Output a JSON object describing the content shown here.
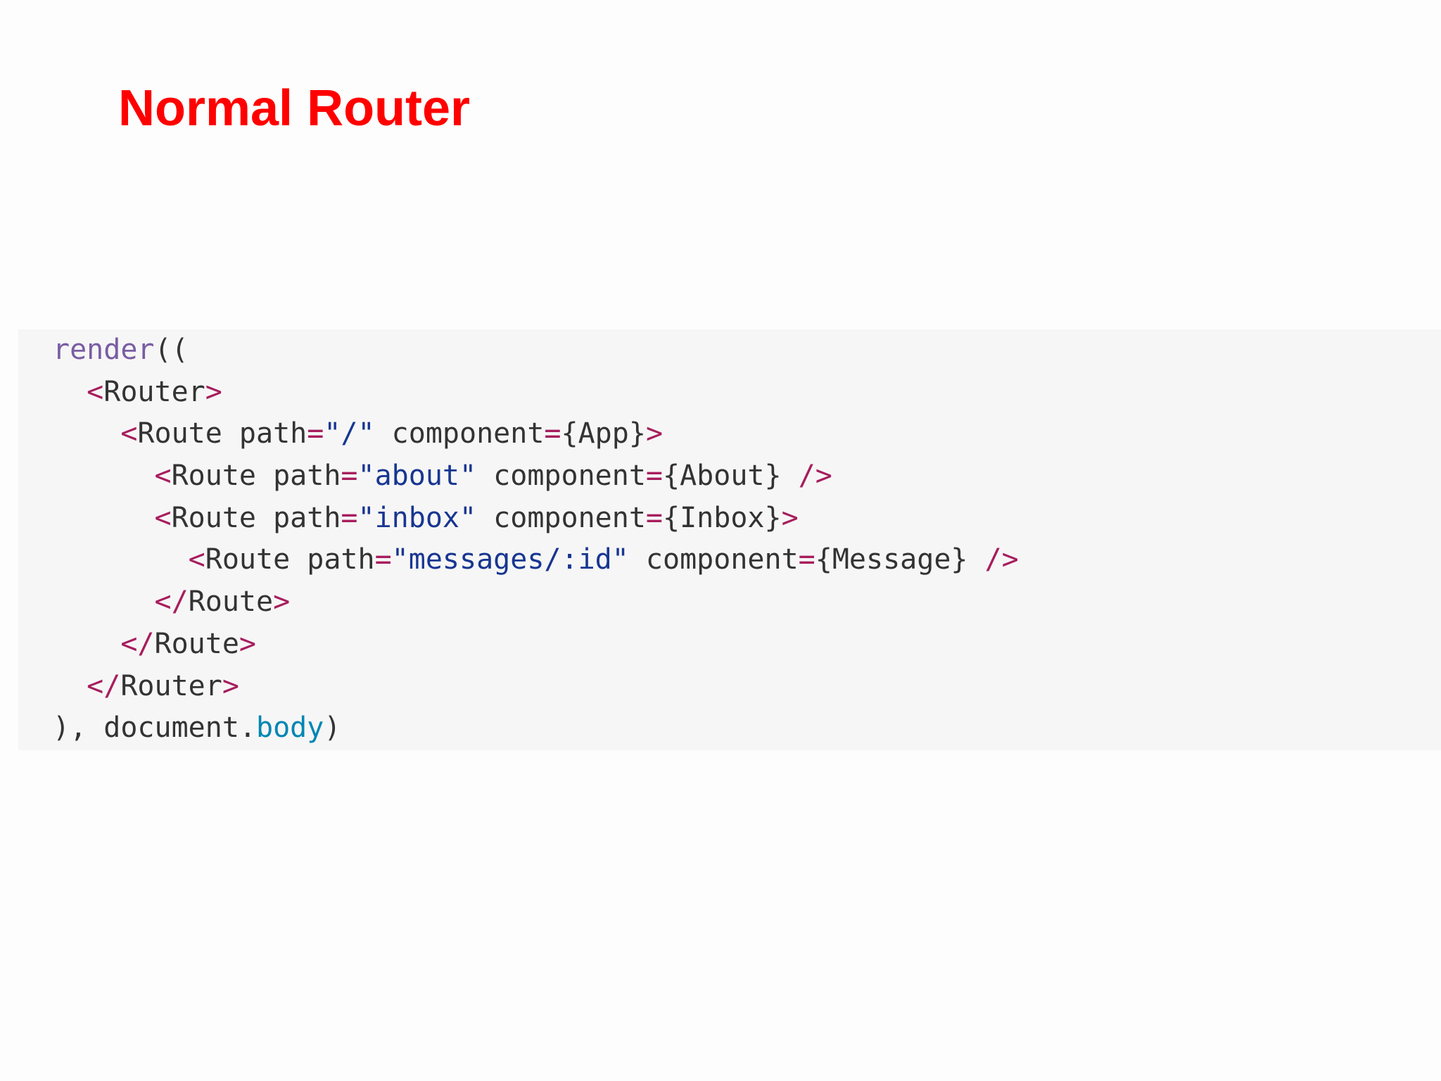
{
  "slide": {
    "title": "Normal Router"
  },
  "colors": {
    "title": "#ff0000",
    "page_background": "#fdfdfd",
    "code_background": "#f6f6f6",
    "code_plain": "#333333",
    "code_function": "#795da3",
    "code_tag_punctuation": "#a71d5d",
    "code_string": "#183691",
    "code_property": "#0086b3"
  },
  "code": {
    "language": "jsx",
    "lines": [
      [
        {
          "t": "render",
          "k": "fn"
        },
        {
          "t": "((",
          "k": "plain"
        }
      ],
      [
        {
          "t": "  ",
          "k": "plain"
        },
        {
          "t": "<",
          "k": "tag"
        },
        {
          "t": "Router",
          "k": "plain"
        },
        {
          "t": ">",
          "k": "tag"
        }
      ],
      [
        {
          "t": "    ",
          "k": "plain"
        },
        {
          "t": "<",
          "k": "tag"
        },
        {
          "t": "Route path",
          "k": "plain"
        },
        {
          "t": "=",
          "k": "tag"
        },
        {
          "t": "\"/\"",
          "k": "str"
        },
        {
          "t": " component",
          "k": "plain"
        },
        {
          "t": "=",
          "k": "tag"
        },
        {
          "t": "{App}",
          "k": "plain"
        },
        {
          "t": ">",
          "k": "tag"
        }
      ],
      [
        {
          "t": "      ",
          "k": "plain"
        },
        {
          "t": "<",
          "k": "tag"
        },
        {
          "t": "Route path",
          "k": "plain"
        },
        {
          "t": "=",
          "k": "tag"
        },
        {
          "t": "\"about\"",
          "k": "str"
        },
        {
          "t": " component",
          "k": "plain"
        },
        {
          "t": "=",
          "k": "tag"
        },
        {
          "t": "{About} ",
          "k": "plain"
        },
        {
          "t": "/>",
          "k": "tag"
        }
      ],
      [
        {
          "t": "      ",
          "k": "plain"
        },
        {
          "t": "<",
          "k": "tag"
        },
        {
          "t": "Route path",
          "k": "plain"
        },
        {
          "t": "=",
          "k": "tag"
        },
        {
          "t": "\"inbox\"",
          "k": "str"
        },
        {
          "t": " component",
          "k": "plain"
        },
        {
          "t": "=",
          "k": "tag"
        },
        {
          "t": "{Inbox}",
          "k": "plain"
        },
        {
          "t": ">",
          "k": "tag"
        }
      ],
      [
        {
          "t": "        ",
          "k": "plain"
        },
        {
          "t": "<",
          "k": "tag"
        },
        {
          "t": "Route path",
          "k": "plain"
        },
        {
          "t": "=",
          "k": "tag"
        },
        {
          "t": "\"messages/:id\"",
          "k": "str"
        },
        {
          "t": " component",
          "k": "plain"
        },
        {
          "t": "=",
          "k": "tag"
        },
        {
          "t": "{Message} ",
          "k": "plain"
        },
        {
          "t": "/>",
          "k": "tag"
        }
      ],
      [
        {
          "t": "      ",
          "k": "plain"
        },
        {
          "t": "</",
          "k": "tag"
        },
        {
          "t": "Route",
          "k": "plain"
        },
        {
          "t": ">",
          "k": "tag"
        }
      ],
      [
        {
          "t": "    ",
          "k": "plain"
        },
        {
          "t": "</",
          "k": "tag"
        },
        {
          "t": "Route",
          "k": "plain"
        },
        {
          "t": ">",
          "k": "tag"
        }
      ],
      [
        {
          "t": "  ",
          "k": "plain"
        },
        {
          "t": "</",
          "k": "tag"
        },
        {
          "t": "Router",
          "k": "plain"
        },
        {
          "t": ">",
          "k": "tag"
        }
      ],
      [
        {
          "t": "), document.",
          "k": "plain"
        },
        {
          "t": "body",
          "k": "prop"
        },
        {
          "t": ")",
          "k": "plain"
        }
      ]
    ]
  }
}
